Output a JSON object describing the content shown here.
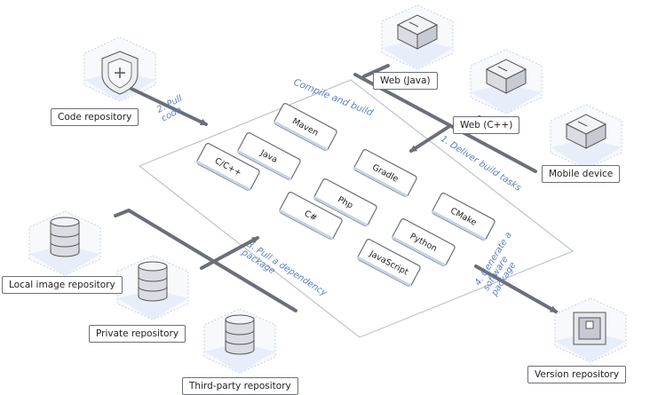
{
  "colors": {
    "accent": "#5b7fc4",
    "arrow": "#6b6f78",
    "platform_fill": "#e8eef9",
    "platform_stroke": "#c7d2e6",
    "box_stroke": "#6b6f78"
  },
  "center": {
    "title": "Compile and build",
    "tools": [
      "Maven",
      "Java",
      "C/C++",
      "Gradle",
      "Php",
      "C#",
      "CMake",
      "Python",
      "JavaScript"
    ]
  },
  "nodes": {
    "code_repository": {
      "label": "Code repository",
      "icon": "shield-icon"
    },
    "web_java": {
      "label": "Web (Java)",
      "icon": "server-icon"
    },
    "web_cpp": {
      "label": "Web (C++)",
      "icon": "server-icon"
    },
    "mobile_device": {
      "label": "Mobile device",
      "icon": "device-icon"
    },
    "local_image_repository": {
      "label": "Local image repository",
      "icon": "database-icon"
    },
    "private_repository": {
      "label": "Private repository",
      "icon": "database-icon"
    },
    "third_party_repository": {
      "label": "Third-party repository",
      "icon": "database-icon"
    },
    "version_repository": {
      "label": "Version repository",
      "icon": "package-icon"
    }
  },
  "steps": {
    "pull_code": "2. Pull\ncode",
    "deliver_tasks": "1. Deliver build tasks",
    "pull_dependency": "3. Pull a dependency\npackage",
    "generate_package": "4. Generate a\nsoftware\npackage"
  }
}
